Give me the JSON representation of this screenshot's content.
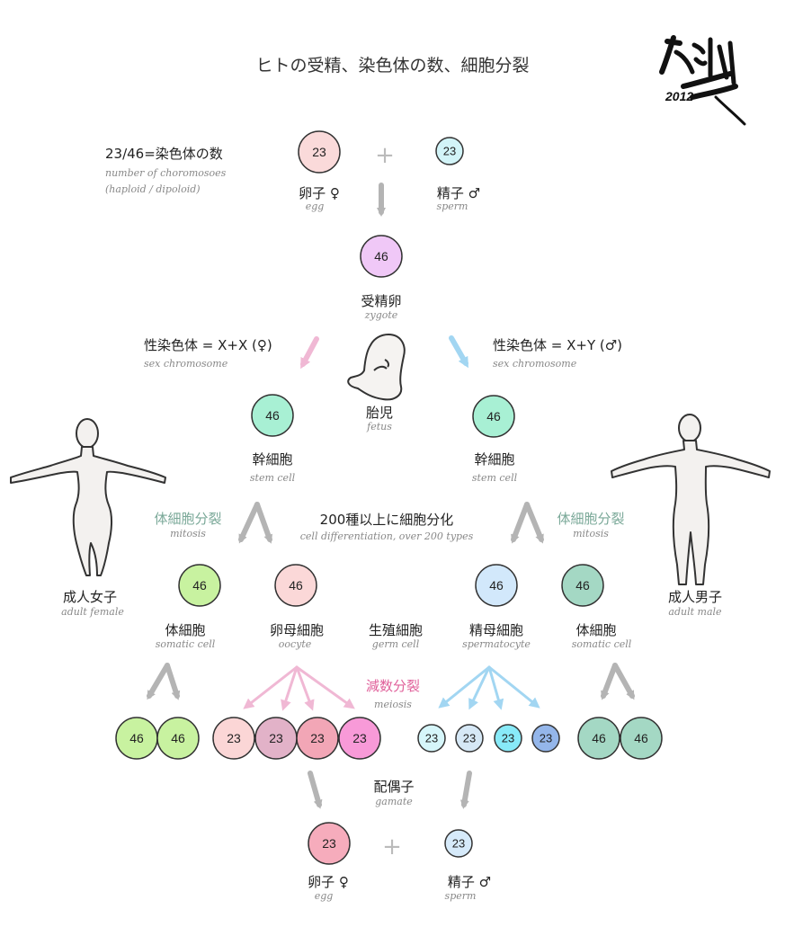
{
  "title": "ヒトの受精、染色体の数、細胞分裂",
  "signature_text": "2012",
  "legend": {
    "label": "23/46=染色体の数",
    "en1": "number of choromosoes",
    "en2": "(haploid / dipoloid)"
  },
  "labels": {
    "egg": "卵子 ♀",
    "egg_en": "egg",
    "sperm": "精子 ♂",
    "sperm_en": "sperm",
    "zygote": "受精卵",
    "zygote_en": "zygote",
    "sex_f": "性染色体 = X+X (♀)",
    "sex_f_en": "sex chromosome",
    "sex_m": "性染色体 = X+Y (♂)",
    "sex_m_en": "sex chromosome",
    "fetus": "胎児",
    "fetus_en": "fetus",
    "stem": "幹細胞",
    "stem_en": "stem cell",
    "mitosis": "体細胞分裂",
    "mitosis_en": "mitosis",
    "diff": "200種以上に細胞分化",
    "diff_en": "cell differentiation, over 200 types",
    "adult_f": "成人女子",
    "adult_f_en": "adult female",
    "adult_m": "成人男子",
    "adult_m_en": "adult male",
    "somatic": "体細胞",
    "somatic_en": "somatic cell",
    "oocyte": "卵母細胞",
    "oocyte_en": "oocyte",
    "germ": "生殖細胞",
    "germ_en": "germ cell",
    "spermatocyte": "精母細胞",
    "spermatocyte_en": "spermatocyte",
    "meiosis": "減数分裂",
    "meiosis_en": "meiosis",
    "gamate": "配偶子",
    "gamate_en": "gamate",
    "plus": "+"
  },
  "cells": {
    "egg": "23",
    "sperm": "23",
    "zygote": "46",
    "stem_l": "46",
    "stem_r": "46",
    "somatic_l": "46",
    "oocyte": "46",
    "spermatocyte": "46",
    "somatic_r": "46",
    "div_sl": [
      "46",
      "46"
    ],
    "div_oo": [
      "23",
      "23",
      "23",
      "23"
    ],
    "div_sp": [
      "23",
      "23",
      "23",
      "23"
    ],
    "div_sr": [
      "46",
      "46"
    ],
    "gam_egg": "23",
    "gam_sperm": "23"
  },
  "colors": {
    "egg": "#fadada",
    "sperm": "#d2f4f8",
    "zygote": "#f0c8f7",
    "stem": "#a8f0d4",
    "somatic_f": "#c8f2a0",
    "oocyte": "#fbd8d8",
    "spermatocyte": "#d2e8fb",
    "somatic_m": "#a4d8c4",
    "oo1": "#fbd6d6",
    "oo2": "#e2b2c8",
    "oo3": "#f2a6b6",
    "oo4": "#f89ad8",
    "sp1": "#d6f6fa",
    "sp2": "#d6e8f6",
    "sp3": "#88eaf8",
    "sp4": "#94b6ea",
    "gam_egg": "#f6acbc",
    "gam_sperm": "#d6eafa",
    "arrow_gray": "#b4b4b4",
    "arrow_pink": "#f0b8d4",
    "arrow_blue": "#a2d6f2"
  }
}
